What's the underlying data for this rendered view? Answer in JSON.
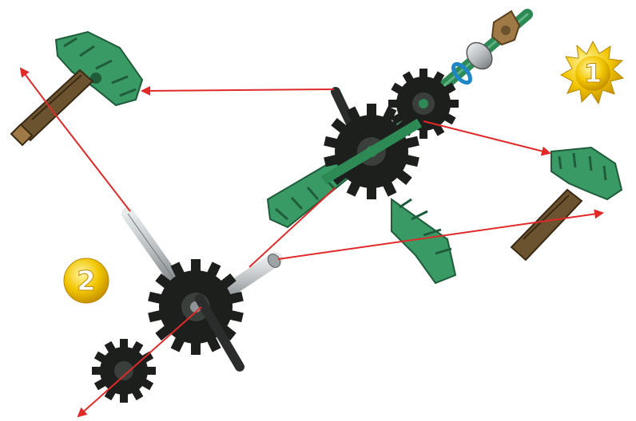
{
  "badges": {
    "step1": {
      "label": "1",
      "shape": "sunburst",
      "color": "#f2c600"
    },
    "step2": {
      "label": "2",
      "shape": "circle",
      "color": "#f2c600"
    }
  },
  "parts": {
    "green_connector": "#3a9a66",
    "green_rod": "#2e8a55",
    "black_gear": "#1d1f1d",
    "grey_rod": "#b9bdbf",
    "brown_connector": "#6b5330",
    "tan_clip": "#a07a46",
    "blue_spacer": "#1f86c7"
  },
  "arrows": {
    "color": "#e02a2a"
  }
}
